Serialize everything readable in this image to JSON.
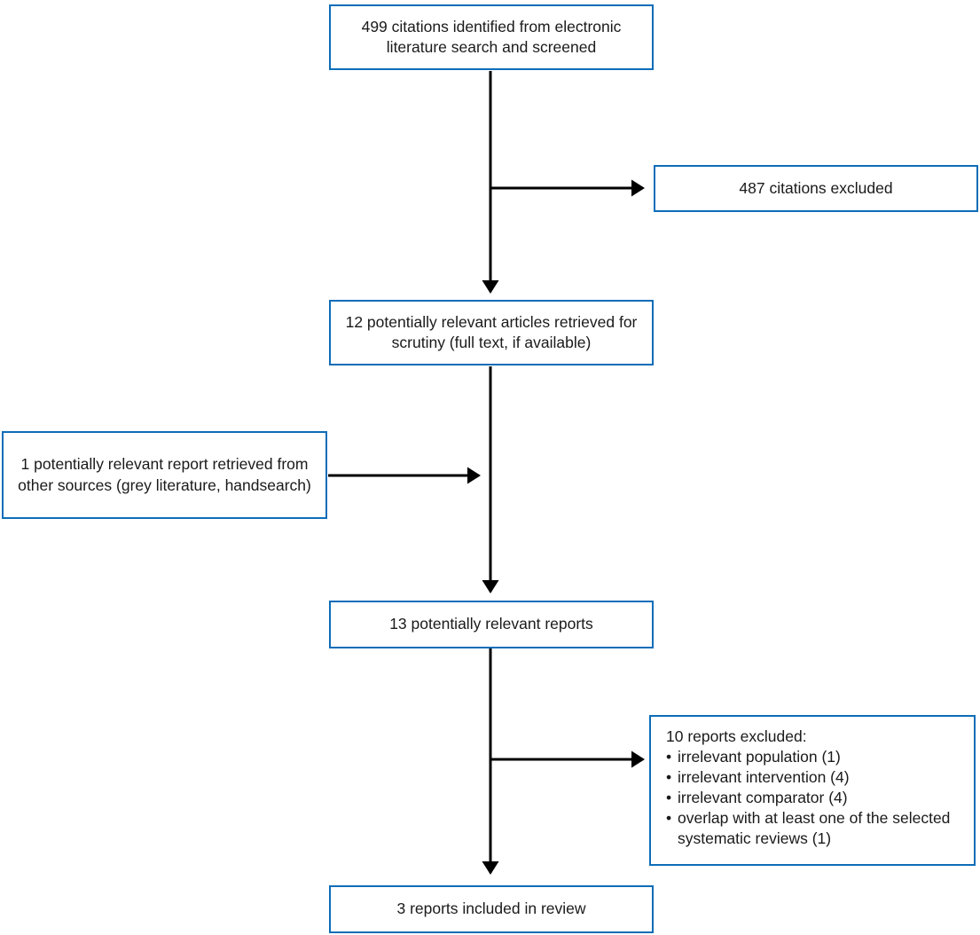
{
  "accent_color": "#0d6db8",
  "arrow_color": "#000000",
  "flowchart": {
    "boxes": {
      "identified": {
        "text": "499 citations identified from electronic literature search and screened"
      },
      "excluded_citations": {
        "text": "487 citations excluded"
      },
      "retrieved_articles": {
        "text": "12 potentially relevant articles retrieved for scrutiny (full text, if available)"
      },
      "other_sources": {
        "text": "1 potentially relevant report retrieved from other sources (grey literature, handsearch)"
      },
      "potentially_relevant": {
        "text": "13 potentially relevant reports"
      },
      "excluded_reports": {
        "title": "10 reports excluded:",
        "bullet": "•",
        "items": [
          "irrelevant population (1)",
          "irrelevant intervention (4)",
          "irrelevant comparator (4)",
          "overlap with at least one of the selected systematic reviews (1)"
        ]
      },
      "included": {
        "text": "3 reports included in review"
      }
    }
  }
}
